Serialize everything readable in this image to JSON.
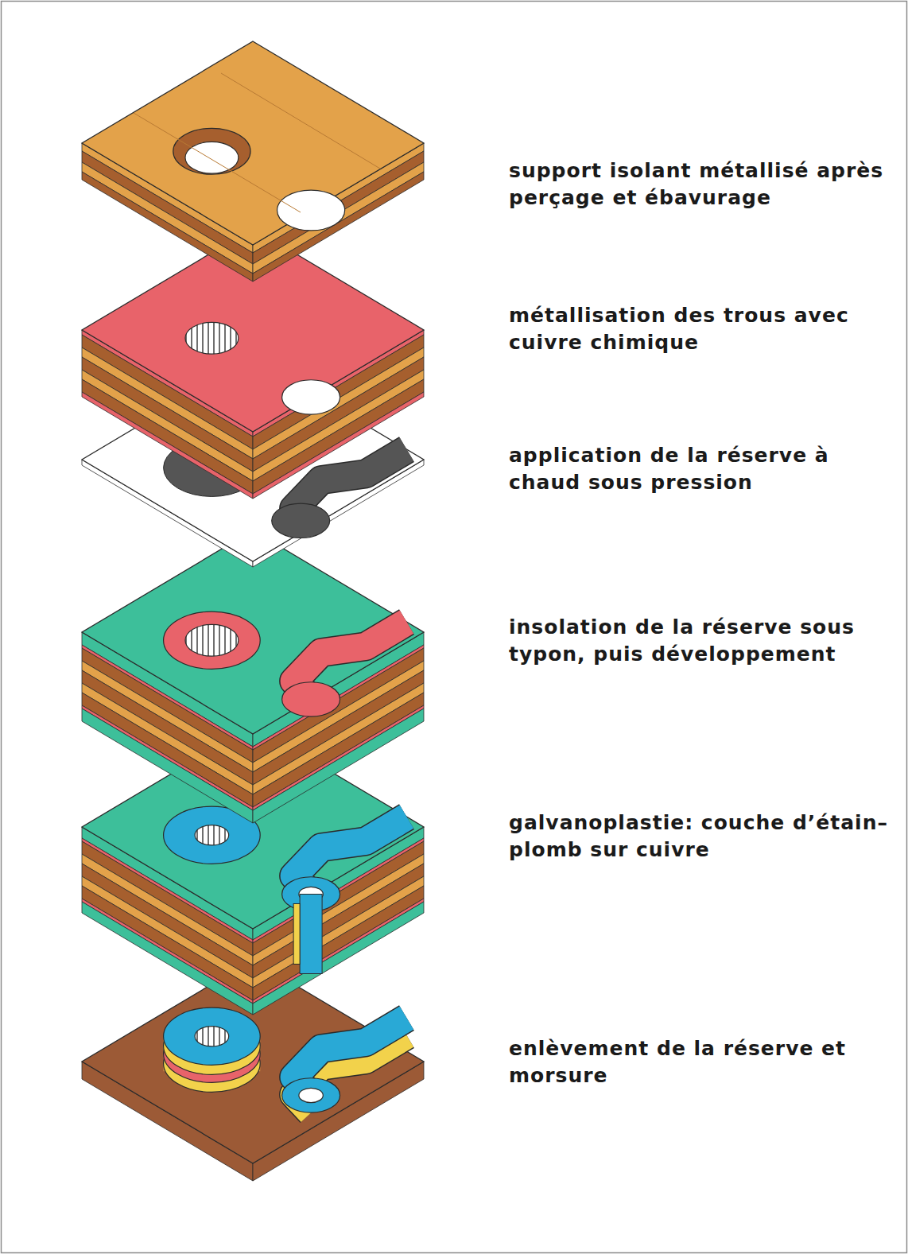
{
  "diagram": {
    "labels": [
      "support isolant métallisé après perçage et ébavurage",
      "métallisation des trous avec cuivre chimique",
      "application de la réserve à chaud sous pression",
      "insolation de la réserve sous typon, puis développement",
      "galvanoplastie: couche d’étain–plomb sur cuivre",
      "enlèvement de la réserve et morsure"
    ]
  }
}
